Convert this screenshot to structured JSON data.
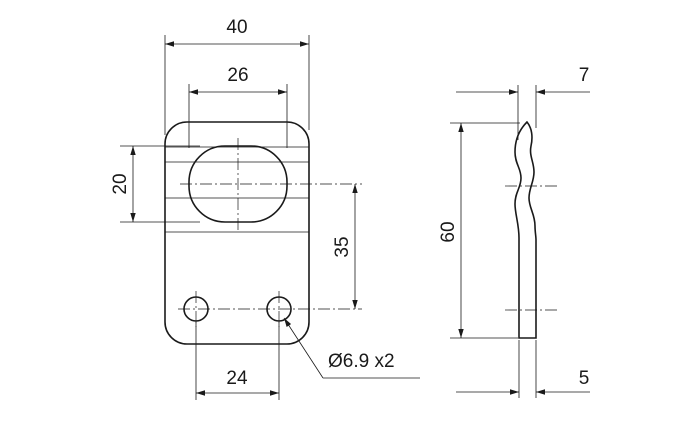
{
  "diagram": {
    "dimensions": {
      "width_total": "40",
      "slot_width": "26",
      "slot_height": "20",
      "hole_to_slot": "35",
      "hole_spacing": "24",
      "hole_diameter": "Ø6.9 x2",
      "side_height": "60",
      "side_offset": "7",
      "side_thickness": "5"
    }
  }
}
